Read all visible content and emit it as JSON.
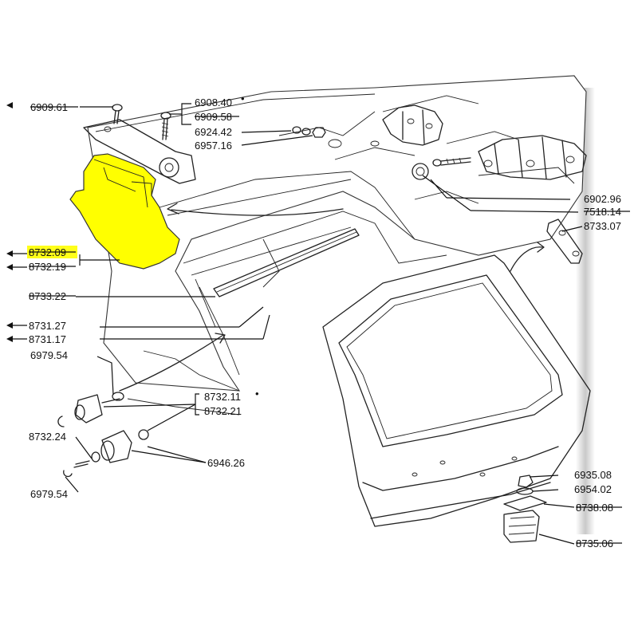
{
  "highlight_color": "#ffff00",
  "callouts": {
    "c690961": "6909.61",
    "c690840": "6908.40",
    "c690958": "6909.58",
    "c692442": "6924.42",
    "c695716": "6957.16",
    "c690296": "6902.96",
    "c751814": "7518.14",
    "c873307": "8733.07",
    "c873209": "8732.09",
    "c873219": "8732.19",
    "c873322": "8733.22",
    "c873127": "8731.27",
    "c873117": "8731.17",
    "c697954a": "6979.54",
    "c873211": "8732.11",
    "c873221": "8732.21",
    "c873224": "8732.24",
    "c694626": "6946.26",
    "c697954b": "6979.54",
    "c693508": "6935.08",
    "c695402": "6954.02",
    "c873808": "8738.08",
    "c873506": "8735.06"
  },
  "markers": {
    "bullet_6908": "•",
    "bullet_8732": "•"
  }
}
